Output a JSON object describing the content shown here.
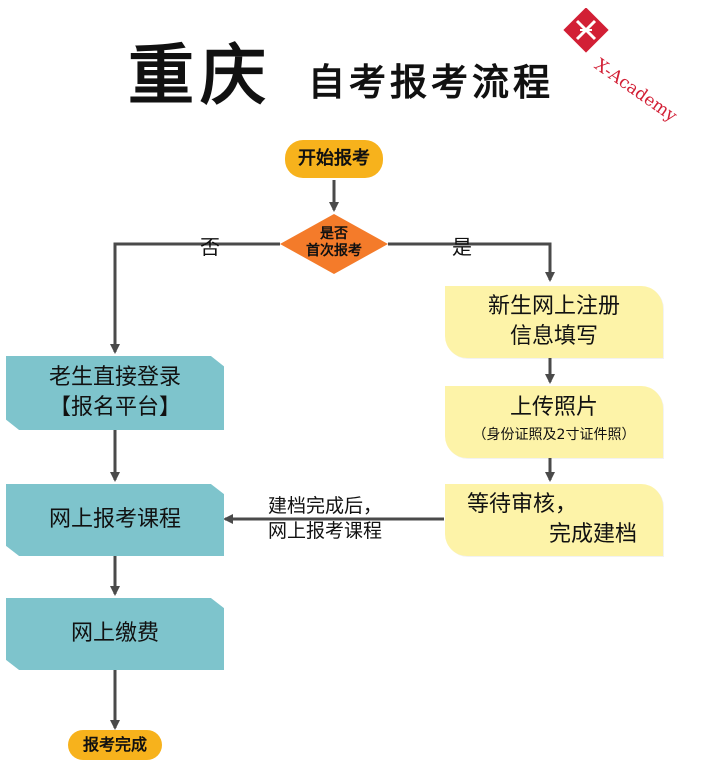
{
  "title": {
    "main": "重庆",
    "sub": "自考报考流程"
  },
  "logo": {
    "text": "X-Academy"
  },
  "nodes": {
    "start": "开始报考",
    "decision_line1": "是否",
    "decision_line2": "首次报考",
    "new_register_line1": "新生网上注册",
    "new_register_line2": "信息填写",
    "upload_photo": "上传照片",
    "upload_photo_note": "（身份证照及2寸证件照）",
    "wait_review_line1": "等待审核，",
    "wait_review_line2": "完成建档",
    "old_login_line1": "老生直接登录",
    "old_login_line2": "【报名平台】",
    "online_course": "网上报考课程",
    "online_pay": "网上缴费",
    "end": "报考完成"
  },
  "edge_labels": {
    "no": "否",
    "yes": "是",
    "archived_line1": "建档完成后，",
    "archived_line2": "网上报考课程"
  },
  "colors": {
    "pill": "#f7b21c",
    "decision": "#f47b2a",
    "yellow_box": "#fdf3a8",
    "teal_box": "#7ec4cc",
    "logo_red": "#d21f35",
    "connector": "#4a4a4a"
  }
}
